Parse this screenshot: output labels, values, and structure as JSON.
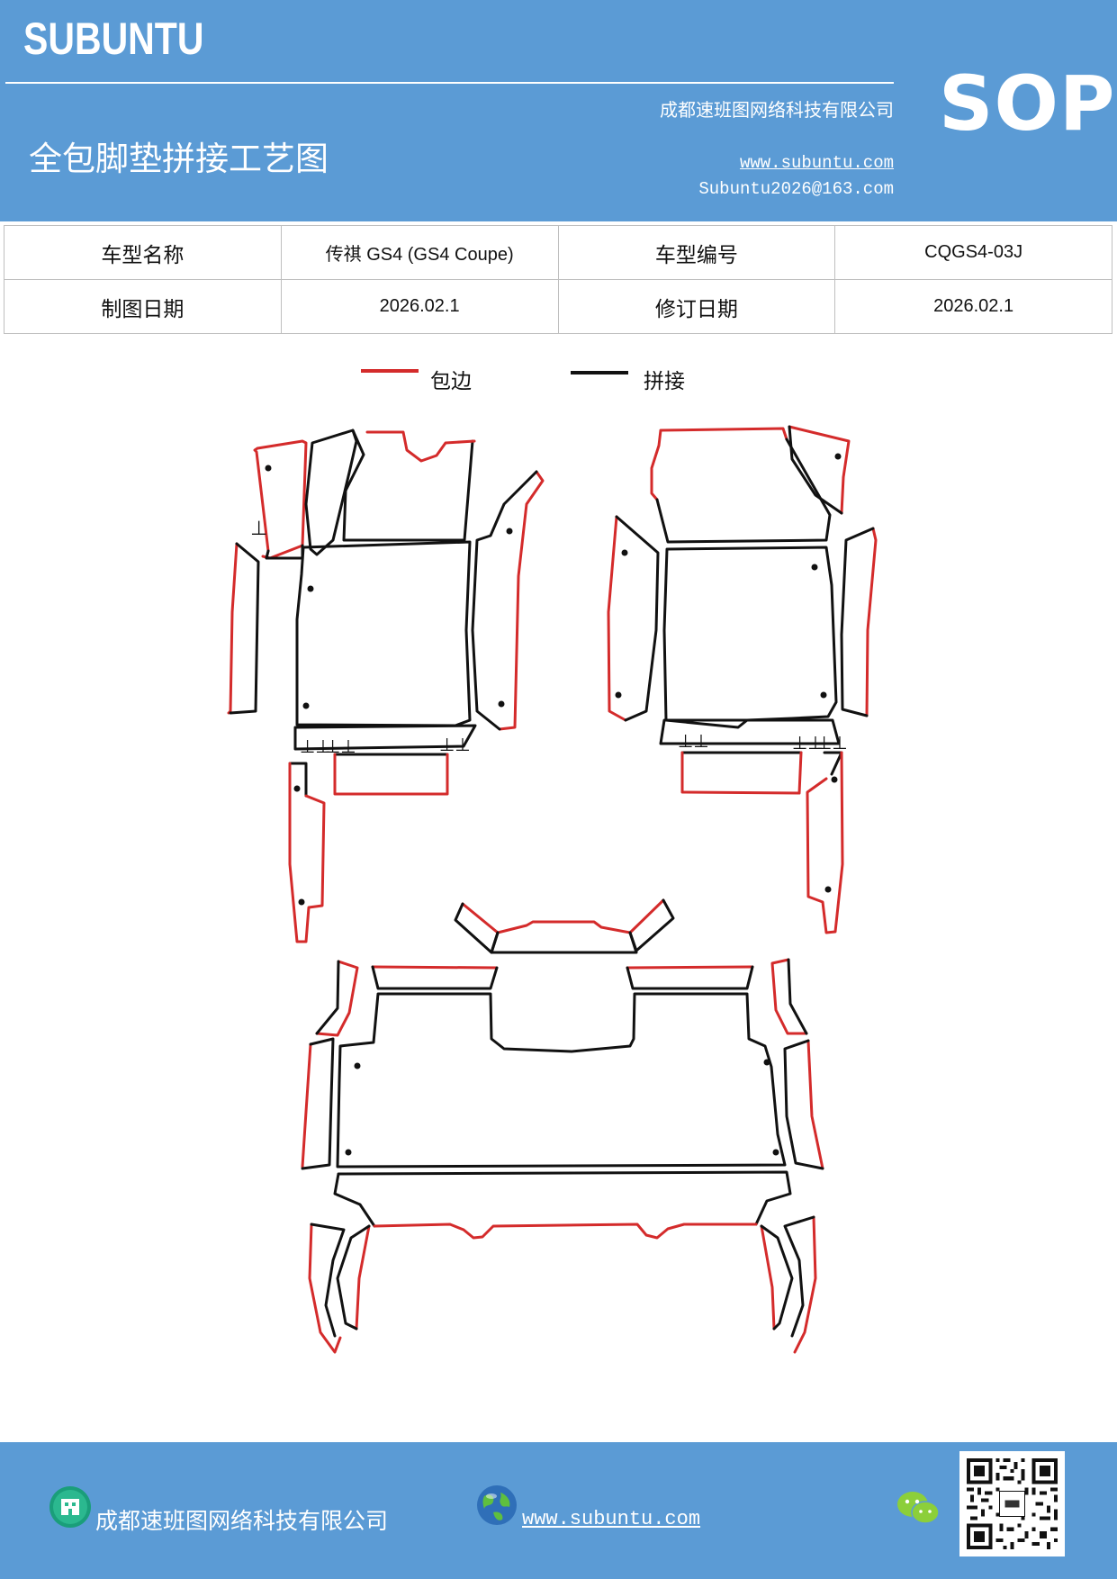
{
  "header": {
    "brand": "SUBUNTU",
    "company": "成都速班图网络科技有限公司",
    "title": "全包脚垫拼接工艺图",
    "website": "www.subuntu.com",
    "email": "Subuntu2026@163.com",
    "badge": "SOP"
  },
  "info_table": {
    "rows": [
      {
        "label1": "车型名称",
        "value1": "传祺 GS4 (GS4 Coupe)",
        "label2": "车型编号",
        "value2": "CQGS4-03J"
      },
      {
        "label1": "制图日期",
        "value1": "2026.02.1",
        "label2": "修订日期",
        "value2": "2026.02.1"
      }
    ]
  },
  "legend": {
    "items": [
      {
        "label": "包边",
        "color": "#d42b2b"
      },
      {
        "label": "拼接",
        "color": "#111111"
      }
    ]
  },
  "footer": {
    "company": "成都速班图网络科技有限公司",
    "website": "www.subuntu.com",
    "icons": [
      "company-icon",
      "globe-icon",
      "wechat-icon",
      "qr-code"
    ]
  }
}
